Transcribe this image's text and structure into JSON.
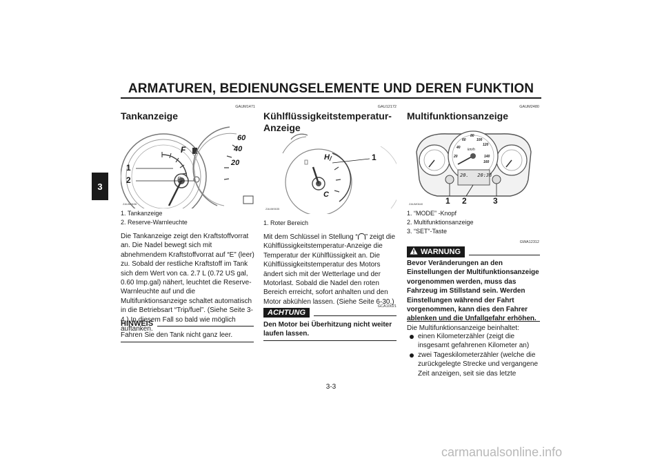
{
  "header": {
    "title": "ARMATUREN, BEDIENUNGSELEMENTE UND DEREN FUNKTION"
  },
  "chapter_tab": "3",
  "page_number": "3-3",
  "watermark": "carmanualsonline.info",
  "col1": {
    "code": "GAUM1471",
    "title": "Tankanzeige",
    "figure": {
      "code": "ZAUM0636",
      "callouts": [
        "1",
        "2"
      ],
      "gauge_marks": [
        "F",
        "E"
      ],
      "speed_marks": [
        "60",
        "40",
        "20"
      ]
    },
    "captions": [
      "1. Tankanzeige",
      "2. Reserve-Warnleuchte"
    ],
    "paragraph": "Die Tankanzeige zeigt den Kraftstoffvorrat an. Die Nadel bewegt sich mit abnehmendem Kraftstoffvorrat auf “E” (leer) zu. Sobald der restliche Kraftstoff im Tank sich dem Wert von ca. 2.7 L (0.72 US gal, 0.60 Imp.gal) nähert, leuchtet die Reserve-Warnleuchte auf und die Multifunktionsanzeige schaltet automatisch in die Betriebsart “Trip/fuel”. (Siehe Seite 3-4.) In diesem Fall so bald wie möglich auftanken.",
    "note_label": "HINWEIS",
    "note_text": "Fahren Sie den Tank nicht ganz leer."
  },
  "col2": {
    "code": "GAU12172",
    "title": "Kühlflüssigkeitstemperatur-Anzeige",
    "figure": {
      "code": "ZAUM0635",
      "callouts": [
        "1"
      ],
      "gauge_marks": [
        "H",
        "C"
      ]
    },
    "captions": [
      "1. Roter Bereich"
    ],
    "paragraph_a": "Mit dem Schlüssel in Stellung “",
    "paragraph_b": "” zeigt die Kühlflüssigkeitstemperatur-Anzeige die Temperatur der Kühlflüssigkeit an. Die Kühlflüssigkeitstemperatur des Motors ändert sich mit der Wetterlage und der Motorlast. Sobald die Nadel den roten Bereich erreicht, sofort anhalten und den Motor abkühlen lassen. (Siehe Seite 6-30.)",
    "caution_label": "ACHTUNG",
    "caution_code": "GCA10021",
    "caution_text": "Den Motor bei Überhitzung nicht weiter laufen lassen."
  },
  "col3": {
    "code": "GAUM2480",
    "title": "Multifunktionsanzeige",
    "figure": {
      "code": "ZAUM0640",
      "callouts": [
        "1",
        "2",
        "3"
      ],
      "display_text": "20.   20:38",
      "speed_marks": [
        "60",
        "80",
        "100",
        "120",
        "40",
        "20",
        "140",
        "160"
      ],
      "unit": "km/h"
    },
    "captions": [
      "1. “MODE” -Knopf",
      "2. Multifunktionsanzeige",
      "3. “SET”-Taste"
    ],
    "warning_label": "WARNUNG",
    "warning_code": "GWA12312",
    "warning_text": "Bevor Veränderungen an den Einstellungen der Multifunktionsanzeige vorgenommen werden, muss das Fahrzeug im Stillstand sein. Werden Einstellungen während der Fahrt vorgenommen, kann dies den Fahrer ablenken und die Unfallgefahr erhöhen.",
    "intro": "Die Multifunktionsanzeige beinhaltet:",
    "bullets": [
      "einen Kilometerzähler (zeigt die insgesamt gefahrenen Kilometer an)",
      "zwei Tageskilometerzähler (welche die zurückgelegte Strecke und vergangene Zeit anzeigen, seit sie das letzte"
    ]
  }
}
